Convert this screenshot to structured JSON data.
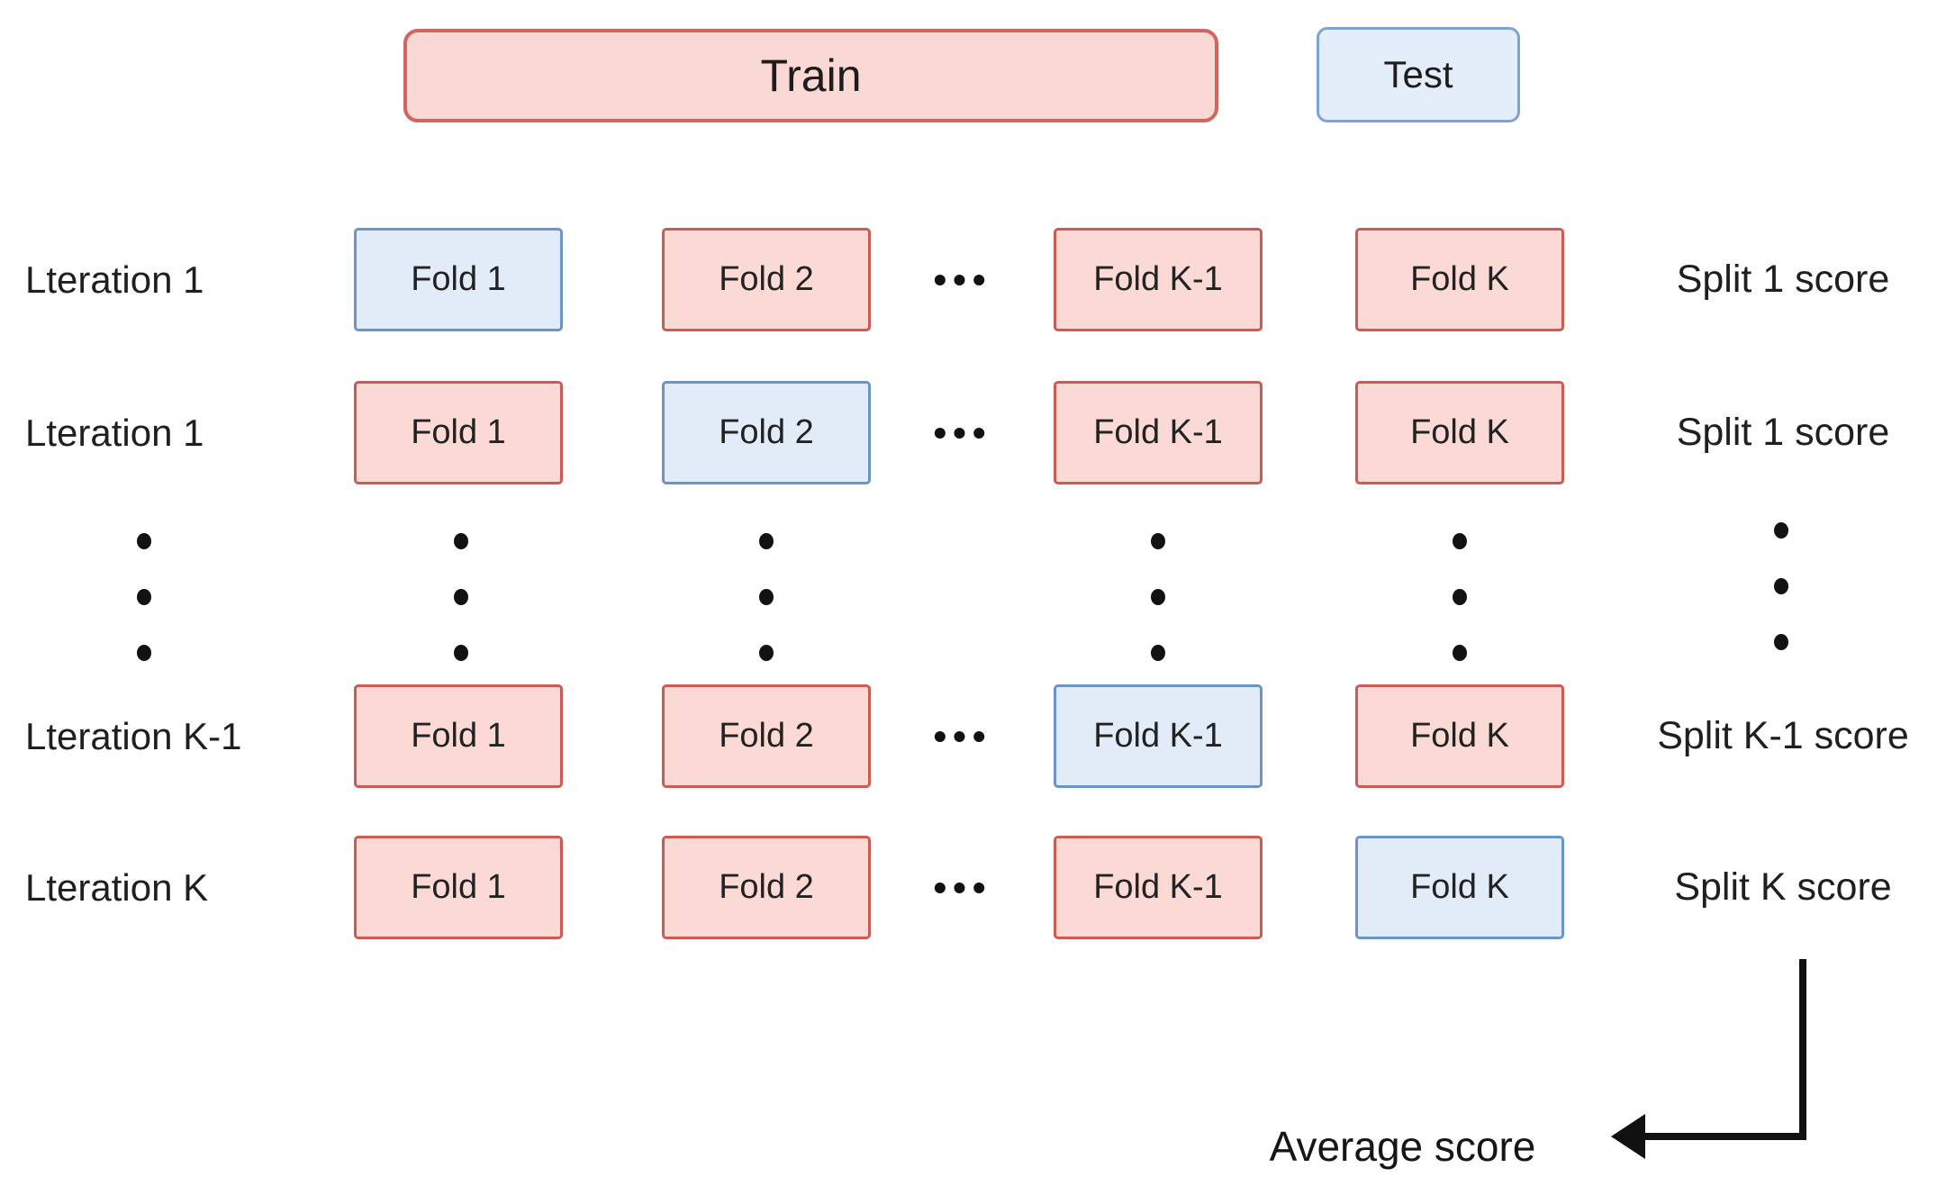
{
  "legend": {
    "train_label": "Train",
    "test_label": "Test"
  },
  "rows": [
    {
      "label": "Lteration 1",
      "score": "Split 1 score",
      "cells": [
        {
          "text": "Fold 1",
          "state": "test"
        },
        {
          "text": "Fold 2",
          "state": "train"
        },
        {
          "text": "Fold K-1",
          "state": "train"
        },
        {
          "text": "Fold K",
          "state": "train"
        }
      ]
    },
    {
      "label": "Lteration 1",
      "score": "Split 1 score",
      "cells": [
        {
          "text": "Fold 1",
          "state": "train"
        },
        {
          "text": "Fold 2",
          "state": "test"
        },
        {
          "text": "Fold K-1",
          "state": "train"
        },
        {
          "text": "Fold K",
          "state": "train"
        }
      ]
    },
    {
      "label": "Lteration K-1",
      "score": "Split K-1 score",
      "cells": [
        {
          "text": "Fold 1",
          "state": "train"
        },
        {
          "text": "Fold 2",
          "state": "train"
        },
        {
          "text": "Fold K-1",
          "state": "test"
        },
        {
          "text": "Fold K",
          "state": "train"
        }
      ]
    },
    {
      "label": "Lteration K",
      "score": "Split K score",
      "cells": [
        {
          "text": "Fold 1",
          "state": "train"
        },
        {
          "text": "Fold 2",
          "state": "train"
        },
        {
          "text": "Fold K-1",
          "state": "train"
        },
        {
          "text": "Fold K",
          "state": "test"
        }
      ]
    }
  ],
  "ellipsis": {
    "horizontal": "•••"
  },
  "footer": {
    "average_label": "Average score"
  },
  "colors": {
    "train_fill": "#fbdad6",
    "train_border": "#cd5a53",
    "test_fill": "#e2ecf9",
    "test_border": "#6a95cb"
  }
}
